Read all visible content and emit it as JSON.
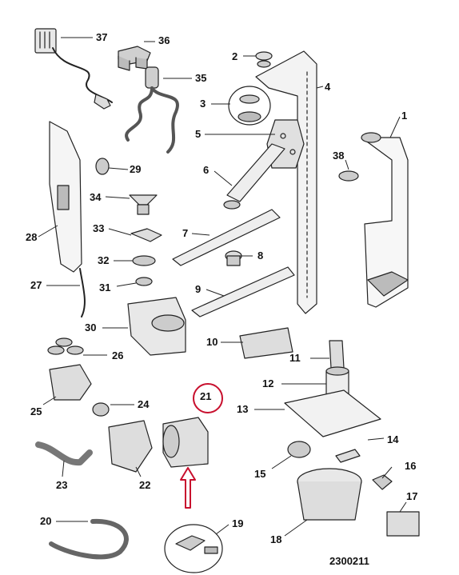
{
  "diagram": {
    "code": "2300211",
    "highlight_color": "#c8102e",
    "highlighted_part": "21",
    "callouts": [
      {
        "id": "p37",
        "label": "37"
      },
      {
        "id": "p36",
        "label": "36"
      },
      {
        "id": "p2",
        "label": "2"
      },
      {
        "id": "p35",
        "label": "35"
      },
      {
        "id": "p4",
        "label": "4"
      },
      {
        "id": "p3",
        "label": "3"
      },
      {
        "id": "p5",
        "label": "5"
      },
      {
        "id": "p1",
        "label": "1"
      },
      {
        "id": "p38",
        "label": "38"
      },
      {
        "id": "p29",
        "label": "29"
      },
      {
        "id": "p6",
        "label": "6"
      },
      {
        "id": "p34",
        "label": "34"
      },
      {
        "id": "p28",
        "label": "28"
      },
      {
        "id": "p33",
        "label": "33"
      },
      {
        "id": "p7",
        "label": "7"
      },
      {
        "id": "p32",
        "label": "32"
      },
      {
        "id": "p8",
        "label": "8"
      },
      {
        "id": "p27",
        "label": "27"
      },
      {
        "id": "p31",
        "label": "31"
      },
      {
        "id": "p9",
        "label": "9"
      },
      {
        "id": "p30",
        "label": "30"
      },
      {
        "id": "p10",
        "label": "10"
      },
      {
        "id": "p26",
        "label": "26"
      },
      {
        "id": "p11",
        "label": "11"
      },
      {
        "id": "p12",
        "label": "12"
      },
      {
        "id": "p21",
        "label": "21"
      },
      {
        "id": "p24",
        "label": "24"
      },
      {
        "id": "p25",
        "label": "25"
      },
      {
        "id": "p13",
        "label": "13"
      },
      {
        "id": "p14",
        "label": "14"
      },
      {
        "id": "p23",
        "label": "23"
      },
      {
        "id": "p22",
        "label": "22"
      },
      {
        "id": "p15",
        "label": "15"
      },
      {
        "id": "p16",
        "label": "16"
      },
      {
        "id": "p17",
        "label": "17"
      },
      {
        "id": "p20",
        "label": "20"
      },
      {
        "id": "p19",
        "label": "19"
      },
      {
        "id": "p18",
        "label": "18"
      }
    ]
  }
}
